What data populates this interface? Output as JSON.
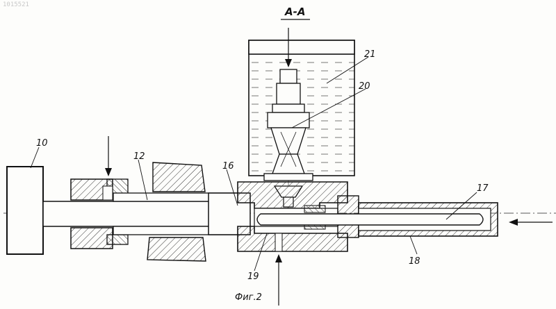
{
  "document_id": "1015521",
  "section_label": "А-А",
  "figure_caption": "Фиг.2",
  "callouts": [
    "10",
    "12",
    "16",
    "17",
    "18",
    "19",
    "20",
    "21"
  ],
  "palette": {
    "ink": "#1a1a1a",
    "paper": "#fdfdfb",
    "hatch": "#333333"
  }
}
